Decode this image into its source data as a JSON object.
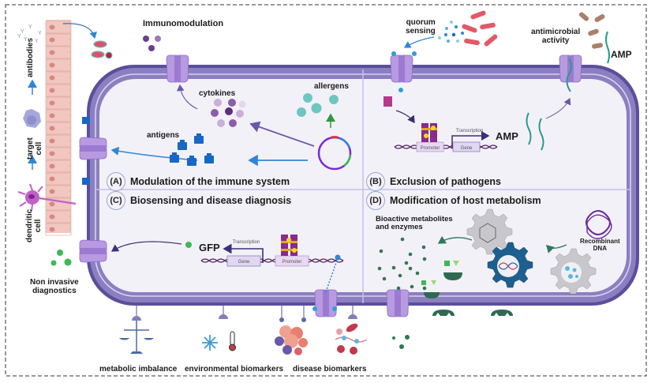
{
  "figure": {
    "sections": [
      {
        "id": "A",
        "badge": "(A)",
        "title": "Modulation of the immune system"
      },
      {
        "id": "B",
        "badge": "(B)",
        "title": "Exclusion of pathogens"
      },
      {
        "id": "C",
        "badge": "(C)",
        "title": "Biosensing and disease diagnosis"
      },
      {
        "id": "D",
        "badge": "(D)",
        "title": "Modification of host metabolism"
      }
    ],
    "outside_labels": {
      "immunomodulation": "Immunomodulation",
      "quorum_sensing_1": "quorum",
      "quorum_sensing_2": "sensing",
      "antimicrobial_1": "antimicrobial",
      "antimicrobial_2": "activity",
      "amp_outside": "AMP",
      "antibodies": "antibodies",
      "target_cell_1": "target",
      "target_cell_2": "cell",
      "dendritic_cell_1": "dendritic",
      "dendritic_cell_2": "cell",
      "non_invasive_1": "Non invasive",
      "non_invasive_2": "diagnostics",
      "metabolic_imbalance": "metabolic imbalance",
      "environmental_biomarkers": "environmental biomarkers",
      "disease_biomarkers": "disease biomarkers"
    },
    "inside_labels": {
      "cytokines": "cytokines",
      "allergens": "allergens",
      "antigens": "antigens",
      "amp_inside": "AMP",
      "gfp": "GFP",
      "transcription_b": "Transcription",
      "transcription_c": "Transcription",
      "promoter_b": "Promoter",
      "gene_b": "Gene",
      "promoter_c": "Promoter",
      "gene_c": "Gene",
      "bioactive_1": "Bioactive metabolites",
      "bioactive_2": "and enzymes",
      "recombinant_1": "Recombinant",
      "recombinant_2": "DNA"
    },
    "colors": {
      "membrane_outer": "#5b4f9c",
      "membrane_mid": "#8c7fc0",
      "membrane_inner_line": "#d8d2ee",
      "cytoplasm": "#f3f1f8",
      "channel": "#b79ae0",
      "channel_dark": "#8e6cc8",
      "antigen_blue": "#1667c6",
      "arrow_blue": "#2f86d8",
      "arrow_purple": "#6a58a8",
      "allergen_teal": "#6ec6c0",
      "gfp_green": "#3cba54",
      "metabolite_green": "#2f7a50",
      "epithelium": "#f1c7c0"
    }
  }
}
